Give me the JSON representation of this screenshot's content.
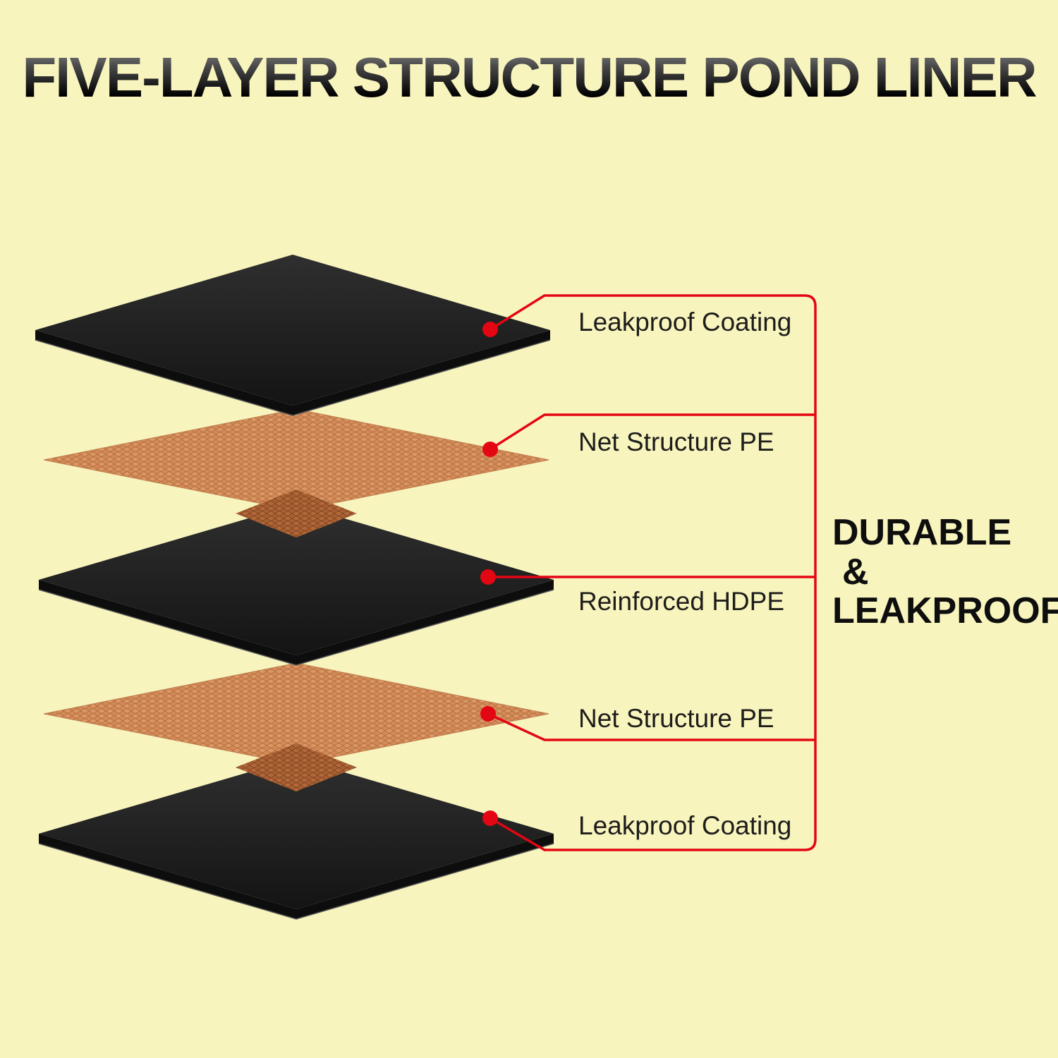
{
  "title": "FIVE-LAYER STRUCTURE POND LINER",
  "layers": [
    {
      "name": "Leakproof Coating",
      "type": "coating"
    },
    {
      "name": "Net Structure PE",
      "type": "mesh"
    },
    {
      "name": "Reinforced HDPE",
      "type": "hdpe"
    },
    {
      "name": "Net Structure PE",
      "type": "mesh"
    },
    {
      "name": "Leakproof Coating",
      "type": "coating"
    }
  ],
  "side_note": {
    "line1": "DURABLE",
    "line2": "&",
    "line3": "LEAKPROOF"
  },
  "colors": {
    "background": "#F8F4BE",
    "accent_red": "#E30613",
    "layer_black": "#1E1E1E",
    "mesh_orange": "#DC9766",
    "mesh_orange_dark": "#B5693A",
    "label_text": "#1D1D1B",
    "title_text": "#000000"
  }
}
